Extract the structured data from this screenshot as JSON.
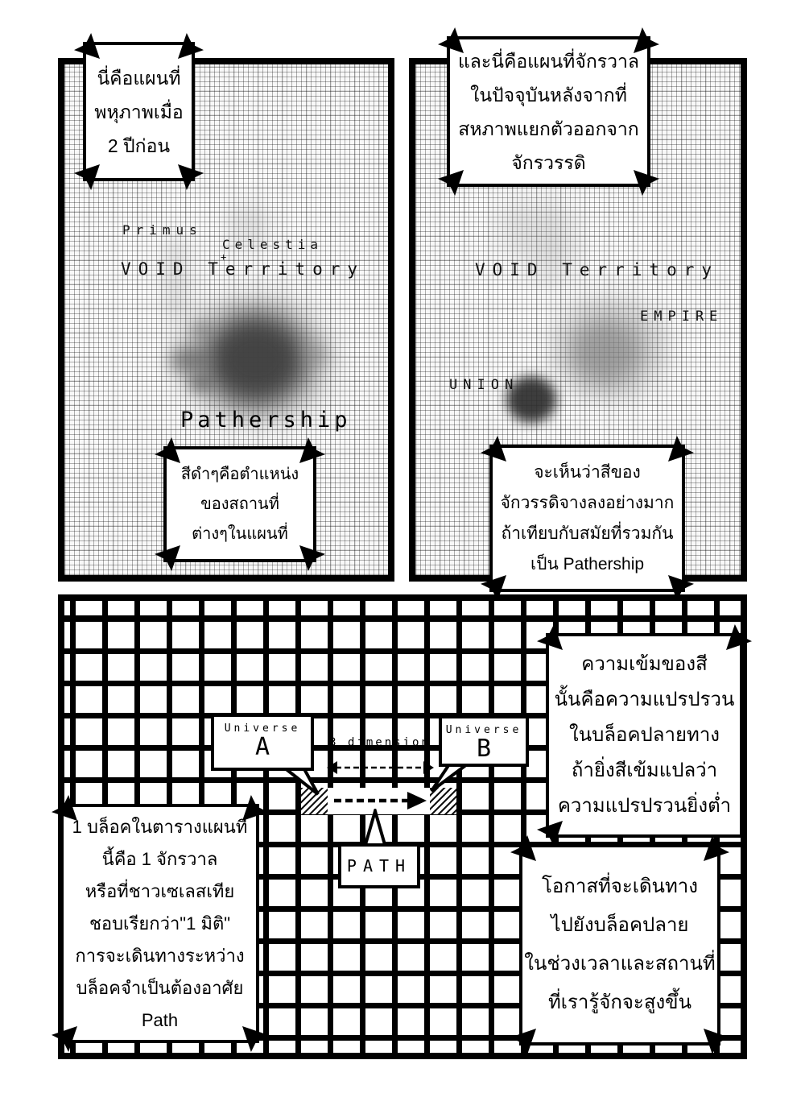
{
  "colors": {
    "ink": "#000000",
    "paper": "#ffffff"
  },
  "map_past": {
    "intro_bubble_lines": [
      "นี่คือแผนที่",
      "พหุภาพเมื่อ",
      "2 ปีก่อน"
    ],
    "labels": {
      "primus": "Primus",
      "celestia": "Celestia",
      "celestia_marker": "+",
      "void_territory": "VOID Territory",
      "pathership": "Pathership"
    },
    "note_bubble_lines": [
      "สีดำๆคือตำแหน่ง",
      "ของสถานที่",
      "ต่างๆในแผนที่"
    ]
  },
  "map_present": {
    "intro_bubble_lines": [
      "และนี่คือแผนที่จักรวาล",
      "ในปัจจุบันหลังจากที่",
      "สหภาพแยกตัวออกจาก",
      "จักรวรรดิ"
    ],
    "labels": {
      "void_territory": "VOID Territory",
      "empire": "EMPIRE",
      "union": "UNION"
    },
    "note_bubble_lines": [
      "จะเห็นว่าสีของ",
      "จักวรรดิจางลงอย่างมาก",
      "ถ้าเทียบกับสมัยที่รวมกัน",
      "เป็น Pathership"
    ]
  },
  "diagram": {
    "universe_a": {
      "title": "Universe",
      "letter": "A"
    },
    "universe_b": {
      "title": "Universe",
      "letter": "B"
    },
    "dimension_label": "3 dimension",
    "path_label": "PATH",
    "block_bubble_lines": [
      "1 บล็อคในตารางแผนที่",
      "นี้คือ 1 จักรวาล",
      "หรือที่ชาวเซเลสเทีย",
      "ชอบเรียกว่า\"1 มิติ\"",
      "การจะเดินทางระหว่าง",
      "บล็อคจำเป็นต้องอาศัย",
      "Path"
    ],
    "intensity_bubble_lines": [
      "ความเข้มของสี",
      "นั้นคือความแปรปรวน",
      "ในบล็อคปลายทาง",
      "ถ้ายิ่งสีเข้มแปลว่า",
      "ความแปรปรวนยิ่งต่ำ"
    ],
    "chance_bubble_lines": [
      "โอกาสที่จะเดินทาง",
      "ไปยังบล็อคปลาย",
      "ในช่วงเวลาและสถานที่",
      "ที่เรารู้จักจะสูงขึ้น"
    ]
  }
}
